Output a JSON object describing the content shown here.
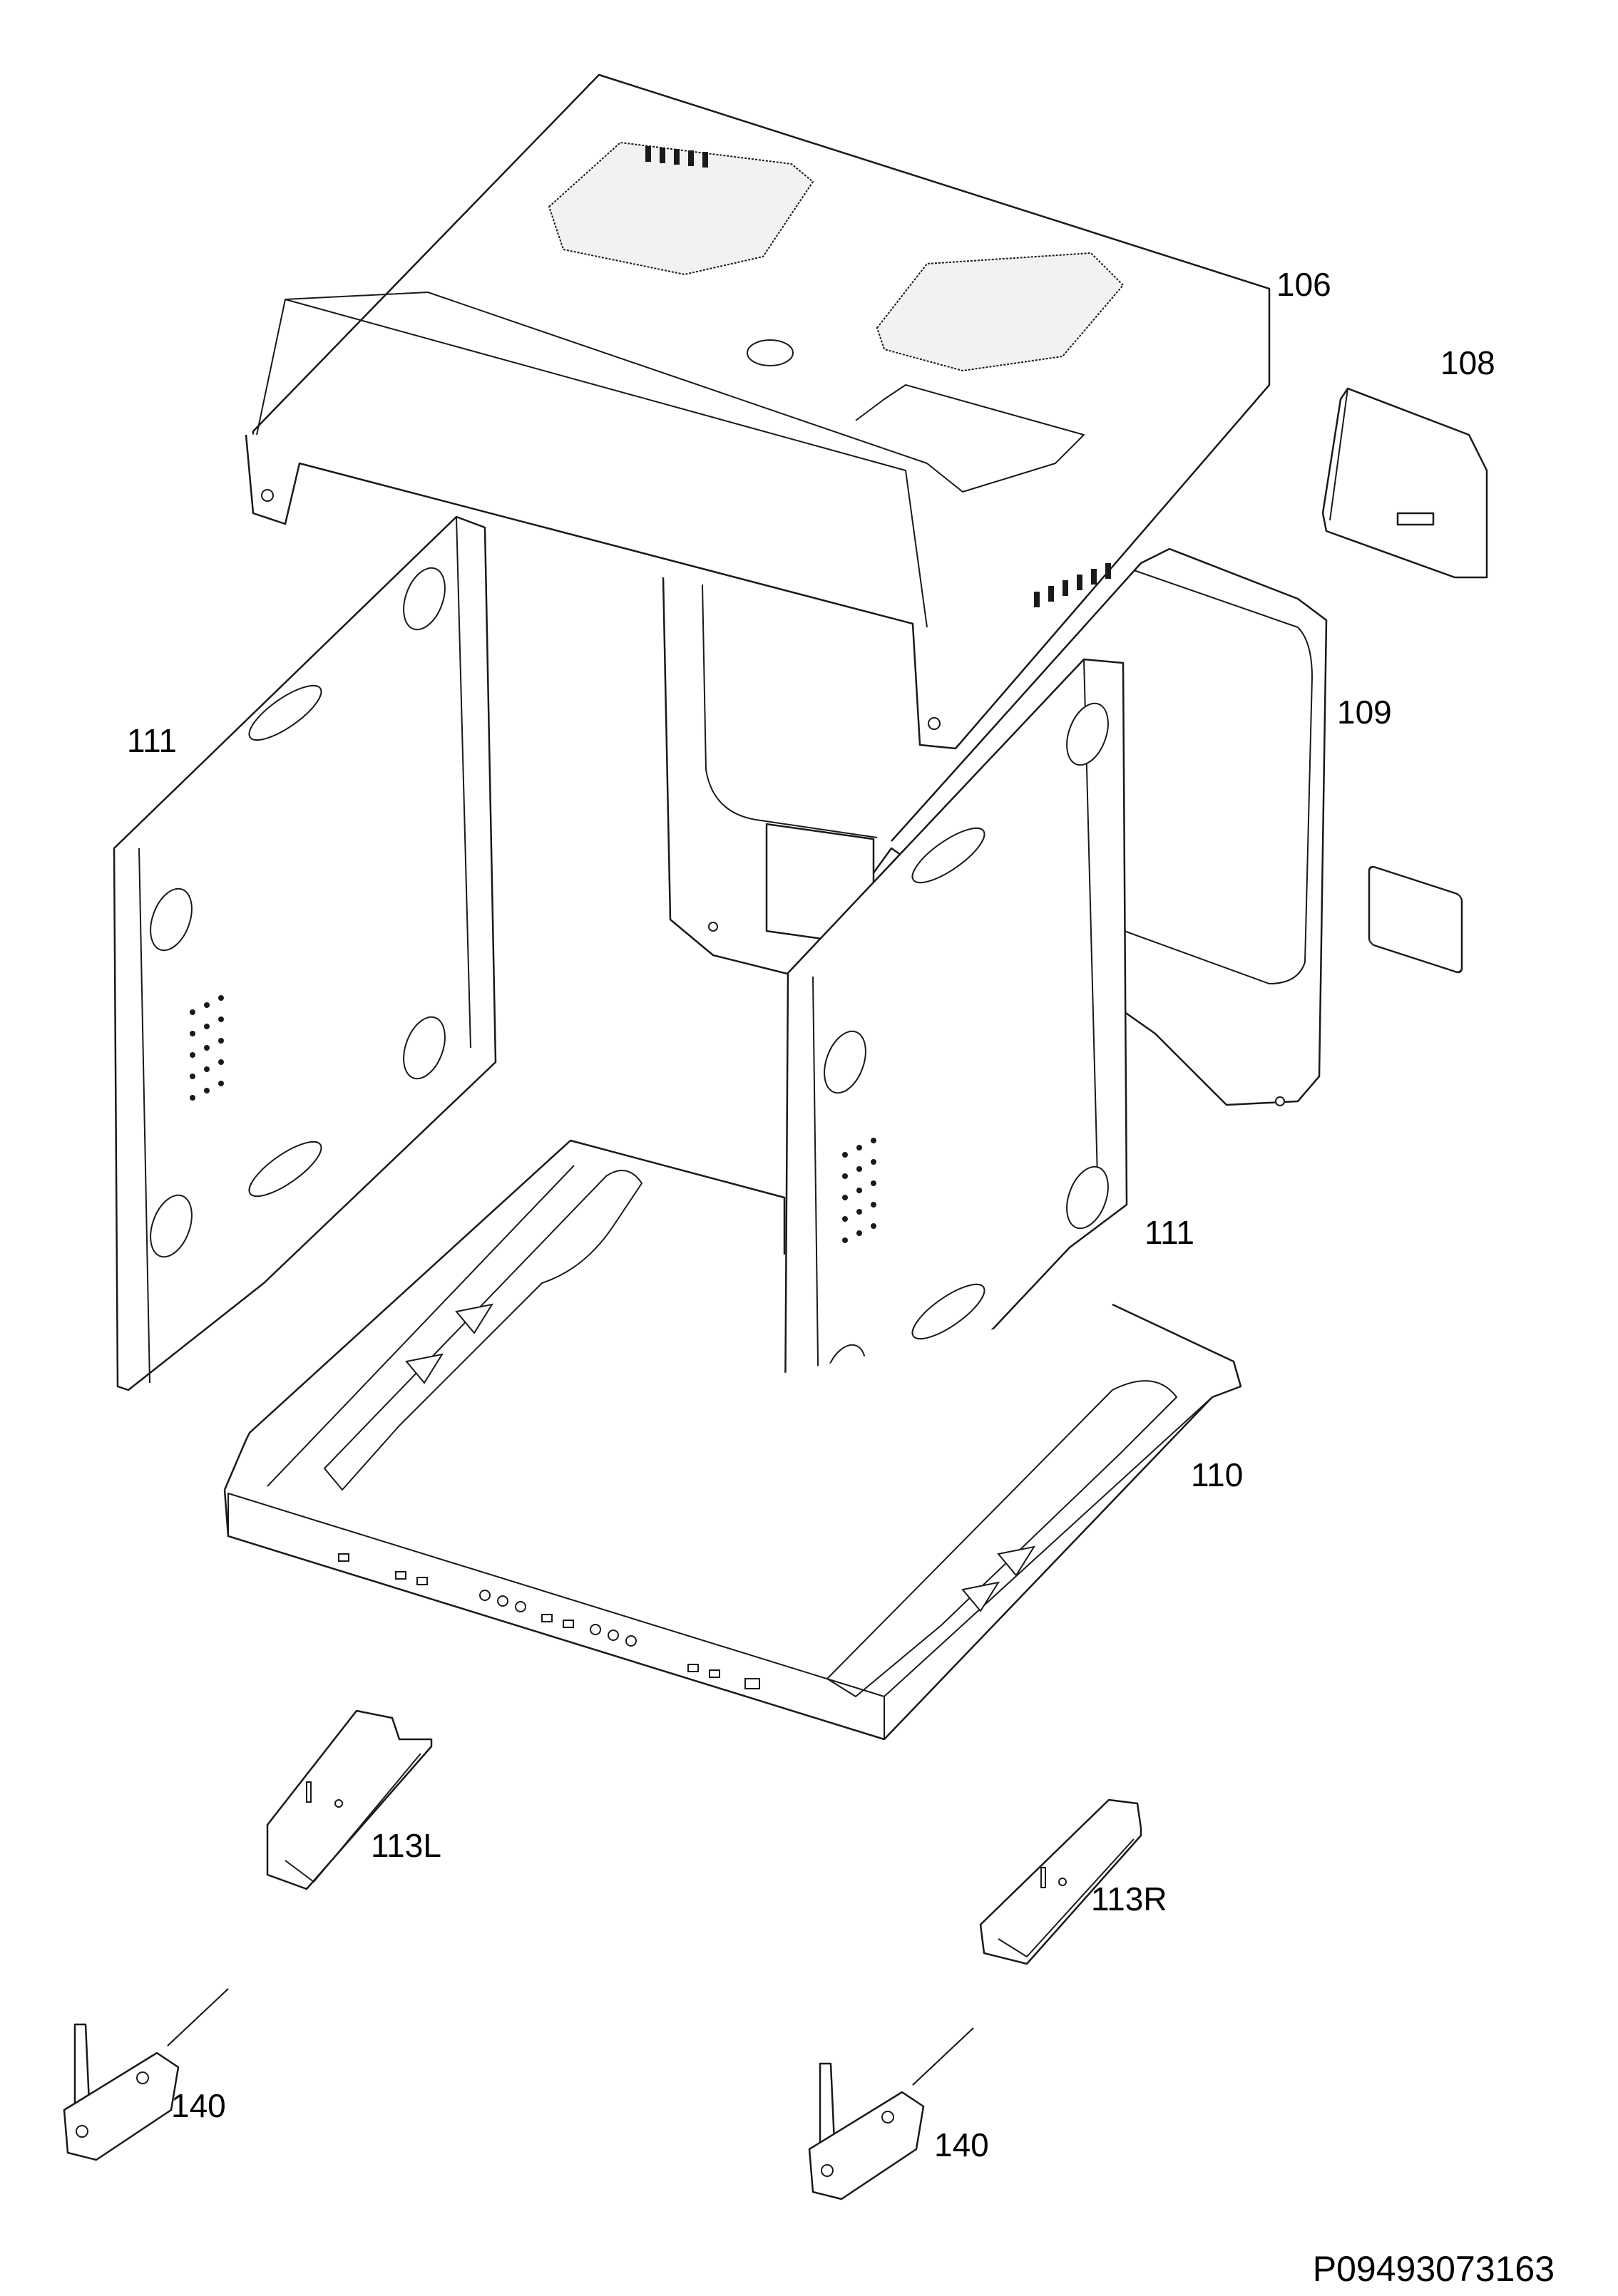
{
  "labels": {
    "top_cover": "106",
    "control_housing": "108",
    "back_panel": "109",
    "bottom_frame": "110",
    "side_panel_left": "111",
    "side_panel_right": "111",
    "bracket_left": "113L",
    "bracket_right": "113R",
    "hinge_left": "140",
    "hinge_right": "140"
  },
  "diagram_code": "P09493073163"
}
